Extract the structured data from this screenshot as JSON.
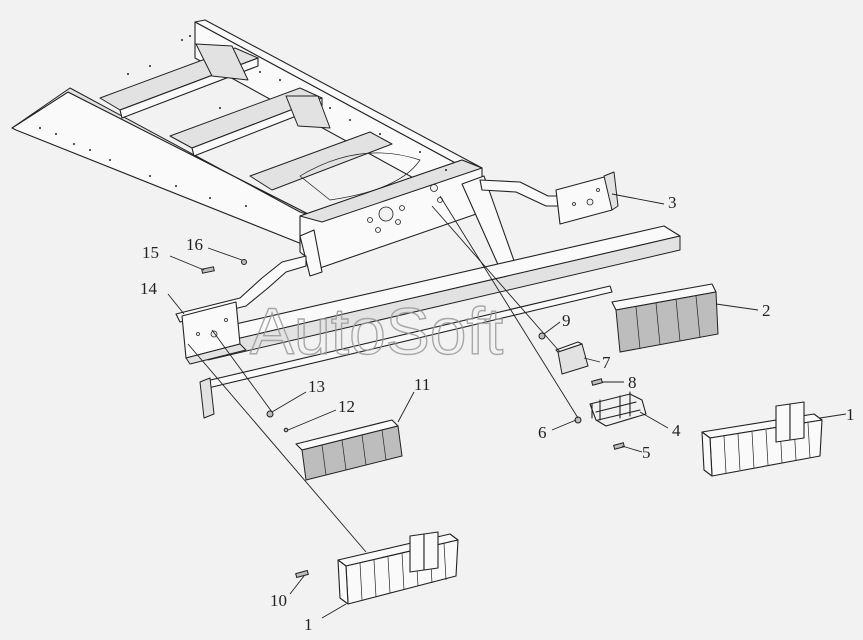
{
  "watermark": "AutoSoft",
  "callouts": [
    "1",
    "1",
    "2",
    "3",
    "4",
    "5",
    "6",
    "7",
    "8",
    "9",
    "10",
    "11",
    "12",
    "13",
    "14",
    "15",
    "16"
  ]
}
